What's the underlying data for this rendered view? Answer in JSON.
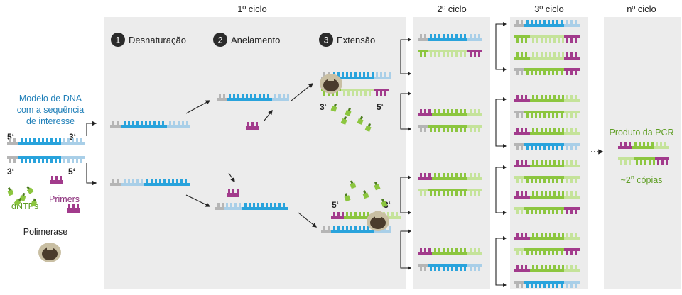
{
  "headers": {
    "cycle1": "1º ciclo",
    "cycle2": "2º ciclo",
    "cycle3": "3º ciclo",
    "cycleN": "nº ciclo"
  },
  "steps": [
    {
      "num": "1",
      "label": "Desnaturação"
    },
    {
      "num": "2",
      "label": "Anelamento"
    },
    {
      "num": "3",
      "label": "Extensão"
    }
  ],
  "template": {
    "line1": "Modelo de DNA",
    "line2": "com a sequência",
    "line3": "de interesse",
    "end5": "5‘",
    "end3": "3‘",
    "end3b": "3‘",
    "end5b": "5‘"
  },
  "reagents": {
    "dntps": "dNTPs",
    "primers": "Primers",
    "polymerase": "Polimerase"
  },
  "extension_ends": {
    "top3": "3‘",
    "top5": "5‘",
    "bottom5": "5‘",
    "bottom3": "3‘"
  },
  "product": {
    "title": "Produto da PCR",
    "copies_prefix": "~2",
    "copies_sup": "n",
    "copies_suffix": " cópias"
  },
  "colors": {
    "blue": "#29a3dc",
    "lightblue": "#a9cfe8",
    "gray": "#7c7c7c",
    "lightgray": "#b5b5b5",
    "magenta": "#a23b8c",
    "green": "#8cc63f",
    "lightgreen": "#c5e39a",
    "panel": "#ececec",
    "text_blue": "#1f7fb8",
    "text_green": "#5f9e25",
    "text_magenta": "#8b2d7a"
  }
}
